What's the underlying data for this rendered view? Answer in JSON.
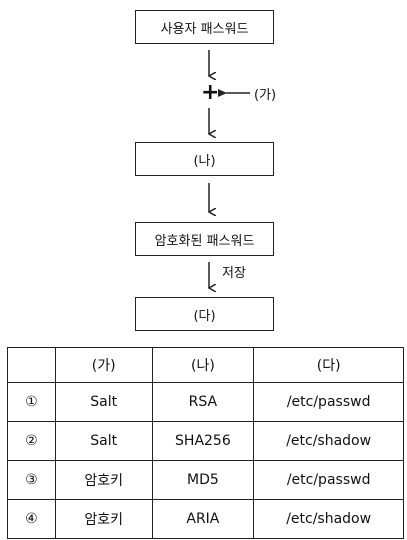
{
  "diagram": {
    "box_password": "사용자 패스워드",
    "operator": "+",
    "label_ga": "(가)",
    "box_na": "(나)",
    "box_encrypted": "암호화된 패스워드",
    "label_store": "저장",
    "box_da": "(다)"
  },
  "table": {
    "headers": [
      "",
      "(가)",
      "(나)",
      "(다)"
    ],
    "rows": [
      [
        "①",
        "Salt",
        "RSA",
        "/etc/passwd"
      ],
      [
        "②",
        "Salt",
        "SHA256",
        "/etc/shadow"
      ],
      [
        "③",
        "암호키",
        "MD5",
        "/etc/passwd"
      ],
      [
        "④",
        "암호키",
        "ARIA",
        "/etc/shadow"
      ]
    ]
  }
}
